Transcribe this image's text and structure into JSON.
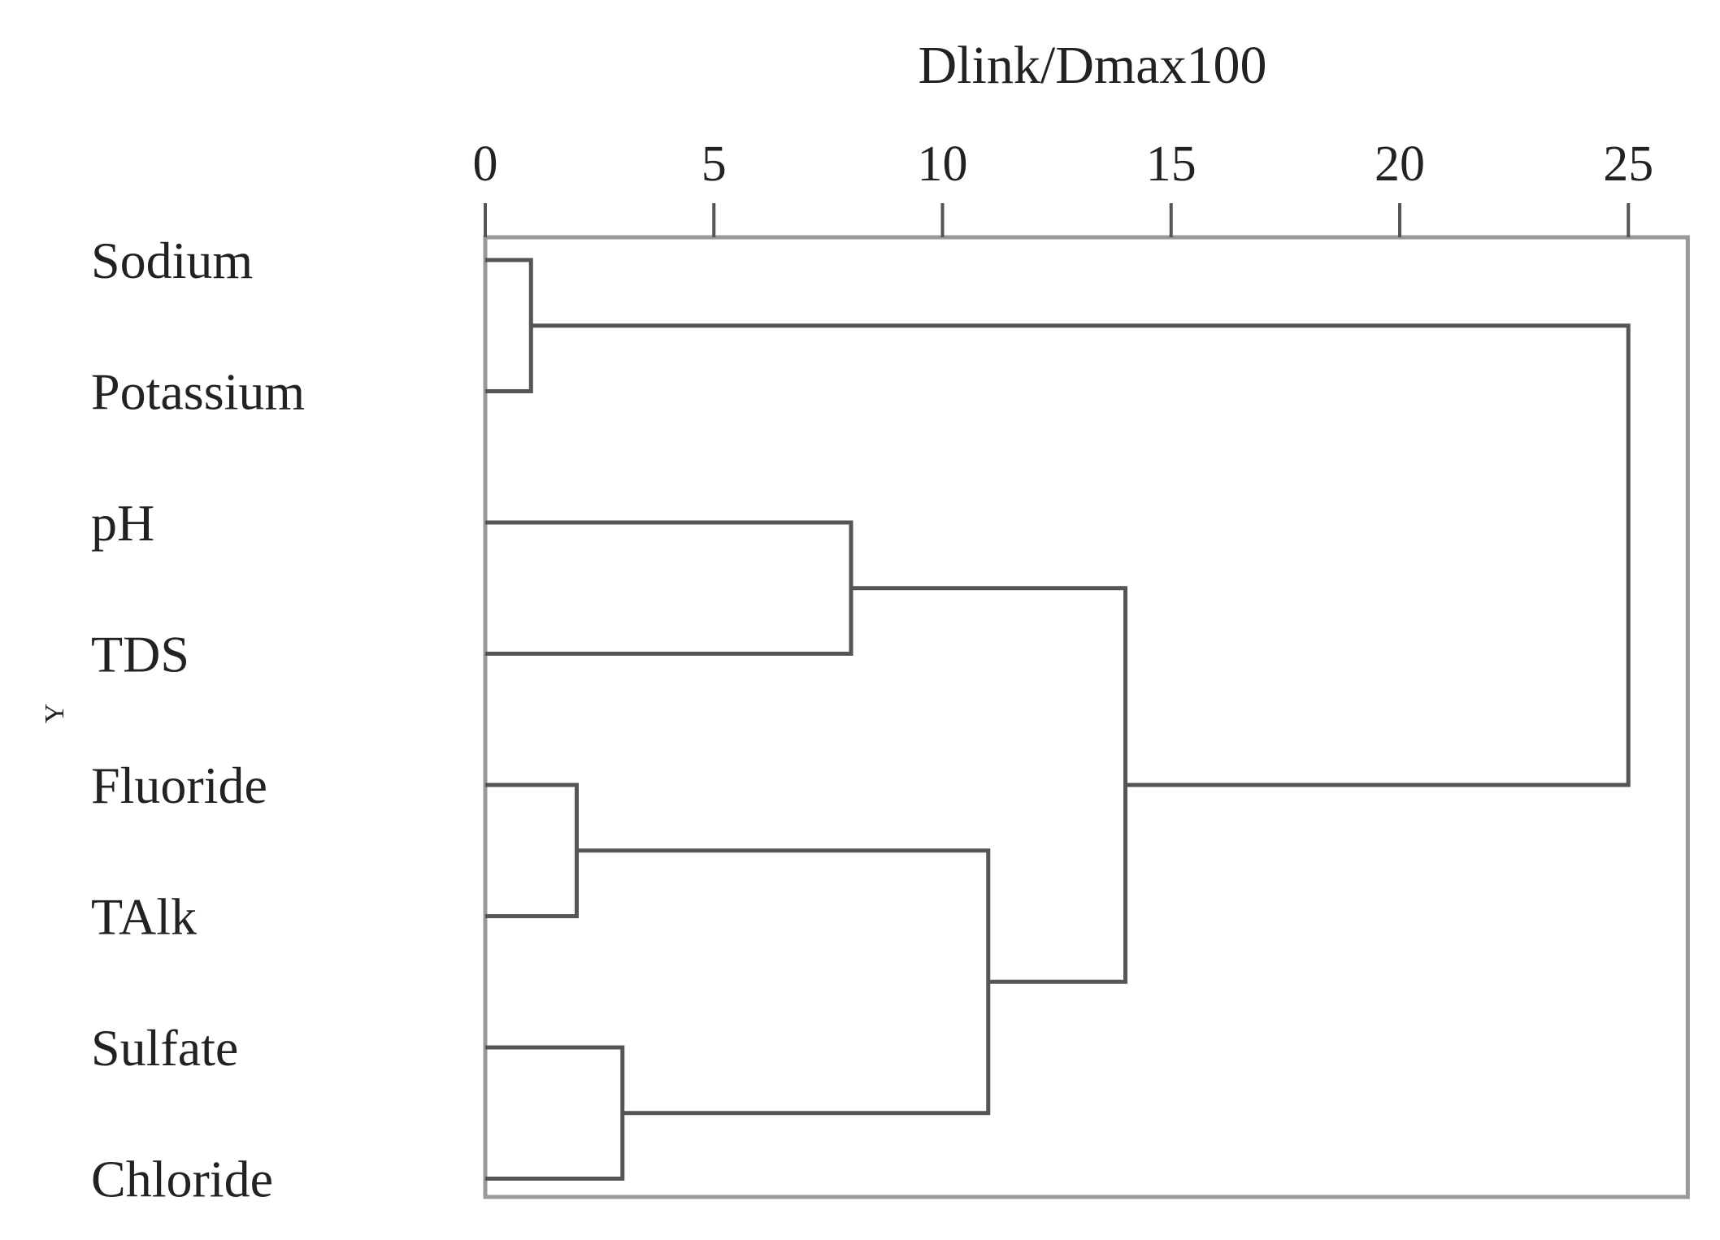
{
  "chart_data": {
    "type": "dendrogram",
    "title": "",
    "xlabel": "Dlink/Dmax100",
    "ylabel": "",
    "xlim": [
      0,
      26.3
    ],
    "ticks": [
      0,
      5,
      10,
      15,
      20,
      25
    ],
    "tick_labels": [
      "0",
      "5",
      "10",
      "15",
      "20",
      "25"
    ],
    "grid": false,
    "legend": "none",
    "leaves": [
      "Sodium",
      "Potassium",
      "pH",
      "TDS",
      "Fluoride",
      "TAlk",
      "Sulfate",
      "Chloride"
    ],
    "merges": [
      {
        "id": "c1",
        "members": [
          "Sodium",
          "Potassium"
        ],
        "height": 1
      },
      {
        "id": "c2",
        "members": [
          "Fluoride",
          "TAlk"
        ],
        "height": 2
      },
      {
        "id": "c3",
        "members": [
          "Sulfate",
          "Chloride"
        ],
        "height": 3
      },
      {
        "id": "c4",
        "members": [
          "pH",
          "TDS"
        ],
        "height": 8
      },
      {
        "id": "c5",
        "members": [
          "c2",
          "c3"
        ],
        "height": 11
      },
      {
        "id": "c6",
        "members": [
          "c4",
          "c5"
        ],
        "height": 14
      },
      {
        "id": "c7",
        "members": [
          "c1",
          "c6"
        ],
        "height": 25
      }
    ],
    "stray_mark": "Y",
    "line_color": "#555555",
    "frame_color": "#999999"
  }
}
